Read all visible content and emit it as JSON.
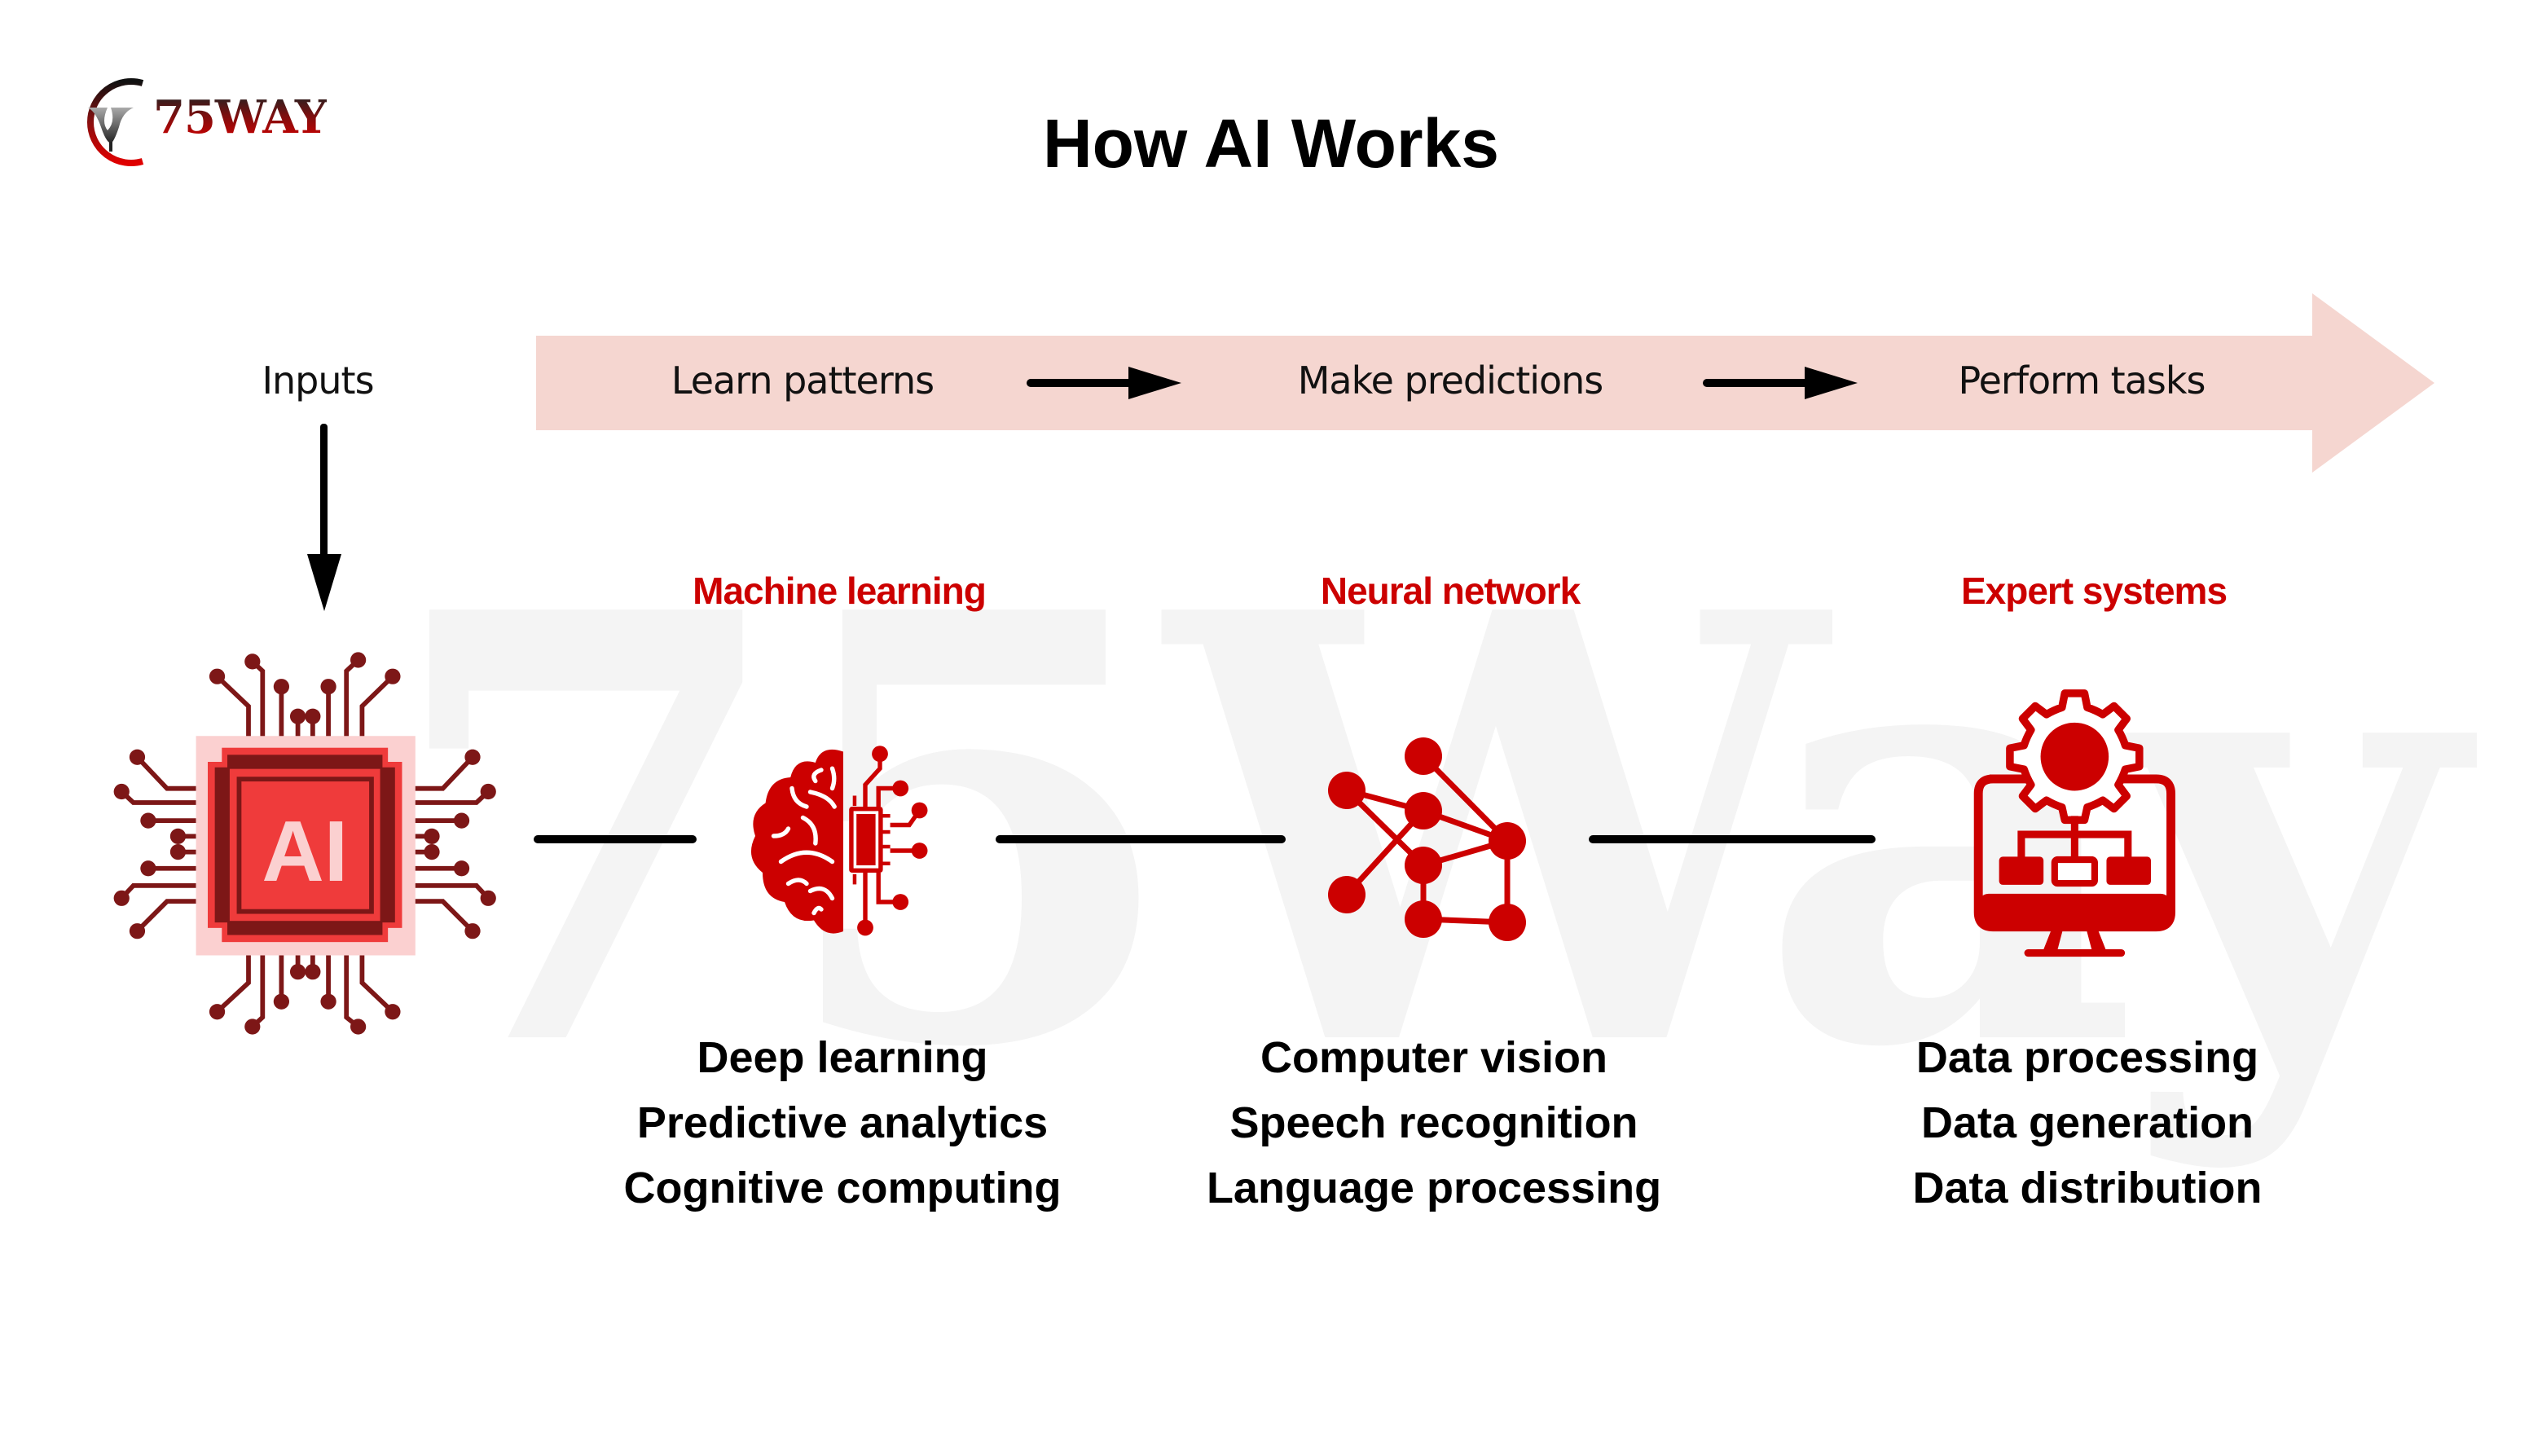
{
  "brand": {
    "logo_text": "75WAY",
    "watermark_text": "75Way"
  },
  "title": "How AI Works",
  "flow": {
    "input_label": "Inputs",
    "steps": [
      "Learn patterns",
      "Make predictions",
      "Perform tasks"
    ]
  },
  "categories": [
    {
      "title": "Machine learning",
      "icon": "brain-circuit-icon",
      "items": [
        "Deep learning",
        "Predictive analytics",
        "Cognitive computing"
      ]
    },
    {
      "title": "Neural network",
      "icon": "network-nodes-icon",
      "items": [
        "Computer vision",
        "Speech recognition",
        "Language processing"
      ]
    },
    {
      "title": "Expert systems",
      "icon": "monitor-gear-icon",
      "items": [
        "Data processing",
        "Data generation",
        "Data distribution"
      ]
    }
  ],
  "center_icon": {
    "name": "ai-chip-icon",
    "label": "AI"
  },
  "colors": {
    "accent_red": "#cc0000",
    "chip_red": "#ef3b3b",
    "chip_dark": "#7d1717",
    "chip_light": "#fbd0d0",
    "band_pink": "#f5d6d0",
    "watermark_gray": "#f4f4f4"
  }
}
